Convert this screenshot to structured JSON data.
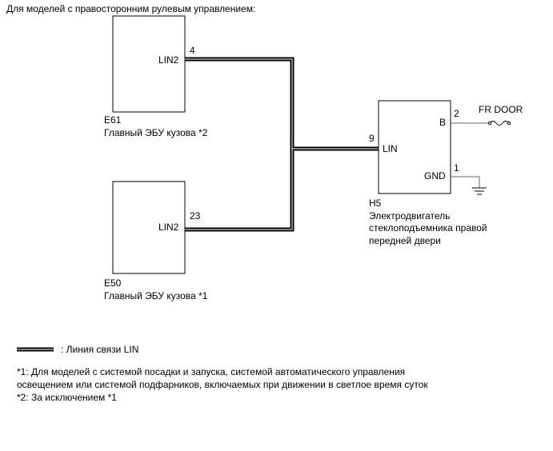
{
  "header": "Для моделей с правосторонним рулевым управлением:",
  "ecu_top": {
    "code": "E61",
    "name": "Главный ЭБУ кузова *2",
    "pin_label": "LIN2",
    "pin_number": "4"
  },
  "ecu_bottom": {
    "code": "E50",
    "name": "Главный ЭБУ кузова *1",
    "pin_label": "LIN2",
    "pin_number": "23"
  },
  "motor": {
    "code": "H5",
    "name_lines": [
      "Электродвигатель",
      "стеклоподъемника правой",
      "передней двери"
    ],
    "pin_lin_label": "LIN",
    "pin_lin_number": "9",
    "pin_b_label": "B",
    "pin_b_number": "2",
    "pin_gnd_label": "GND",
    "pin_gnd_number": "1",
    "fuse_label": "FR DOOR"
  },
  "legend": {
    "label": ": Линия связи LIN"
  },
  "notes": [
    "*1: Для моделей с системой посадки и запуска, системой автоматического управления",
    "освещением или системой подфарников, включаемых при движении в светлое время суток",
    "*2: За исключением *1"
  ]
}
